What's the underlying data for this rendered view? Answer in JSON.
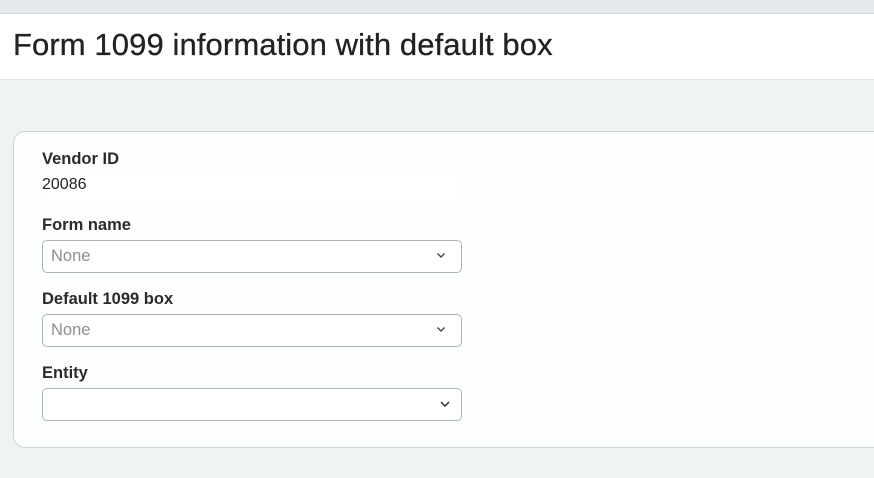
{
  "header": {
    "title": "Form 1099 information with default box"
  },
  "form": {
    "vendor_id": {
      "label": "Vendor ID",
      "value": "20086"
    },
    "form_name": {
      "label": "Form name",
      "value": "None",
      "icon": "chevron-down-icon"
    },
    "default_box": {
      "label": "Default 1099 box",
      "value": "None",
      "icon": "chevron-down-icon"
    },
    "entity": {
      "label": "Entity",
      "value": "",
      "icon": "chevron-down-icon"
    }
  },
  "colors": {
    "page_background": "#f0f3f4",
    "header_background": "#ffffff",
    "card_border": "#ccd5da",
    "select_border": "#a9b4ba",
    "placeholder_text": "#8a8f93"
  }
}
